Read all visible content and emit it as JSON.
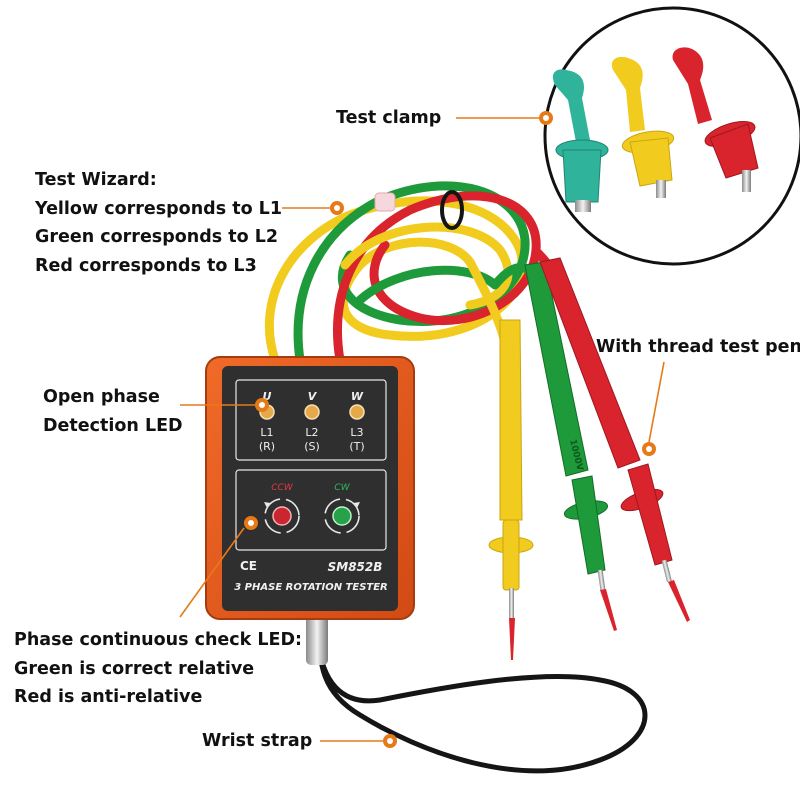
{
  "colors": {
    "callout": "#e67a18",
    "housing": "#ea5b1f",
    "panel": "#2f2f2f",
    "lead_yellow": "#f1cc1e",
    "lead_green": "#1f9a3a",
    "lead_red": "#d9232d",
    "clamp_teal": "#2fb39a",
    "text": "#111111"
  },
  "callouts": {
    "test_clamp": "Test clamp",
    "test_wizard": {
      "title": "Test Wizard:",
      "lines": [
        "Yellow corresponds to L1",
        "Green corresponds to L2",
        "Red corresponds to L3"
      ]
    },
    "thread_pen": "With thread test pen",
    "open_phase": [
      "Open phase",
      "Detection LED"
    ],
    "continuity": {
      "title": "Phase continuous check LED:",
      "lines": [
        "Green is correct relative",
        "Red is anti-relative"
      ]
    },
    "wrist_strap": "Wrist strap"
  },
  "device": {
    "phase_letters": [
      "U",
      "V",
      "W"
    ],
    "phase_lines": [
      "L1",
      "L2",
      "L3"
    ],
    "phase_codes": [
      "(R)",
      "(S)",
      "(T)"
    ],
    "ccw_label": "CCW",
    "cw_label": "CW",
    "ce_mark": "CE",
    "model": "SM852B",
    "name": "3 PHASE ROTATION TESTER"
  },
  "probe": {
    "rating_text": "1000V"
  },
  "icons": [
    "ce-mark-icon",
    "ccw-arrow-icon",
    "cw-arrow-icon",
    "callout-dot-icon"
  ]
}
